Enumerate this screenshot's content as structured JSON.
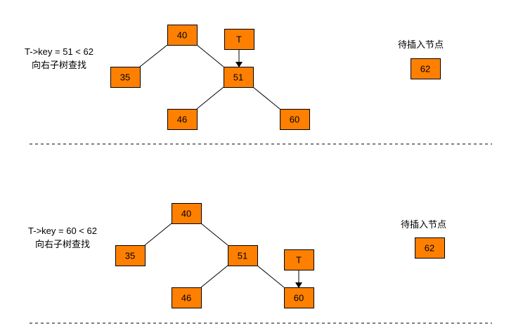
{
  "colors": {
    "node_fill": "#FF8000",
    "node_stroke": "#000000",
    "text": "#000000"
  },
  "panels": [
    {
      "condition": "T->key = 51 <  62",
      "action": "向右子树查找",
      "pending_label": "待插入节点",
      "pending_node": "62",
      "nodes": {
        "n40": "40",
        "n35": "35",
        "n51": "51",
        "n46": "46",
        "n60": "60",
        "T": "T"
      }
    },
    {
      "condition": "T->key = 60 < 62",
      "action": "向右子树查找",
      "pending_label": "待插入节点",
      "pending_node": "62",
      "nodes": {
        "n40": "40",
        "n35": "35",
        "n51": "51",
        "n46": "46",
        "n60": "60",
        "T": "T"
      }
    }
  ]
}
